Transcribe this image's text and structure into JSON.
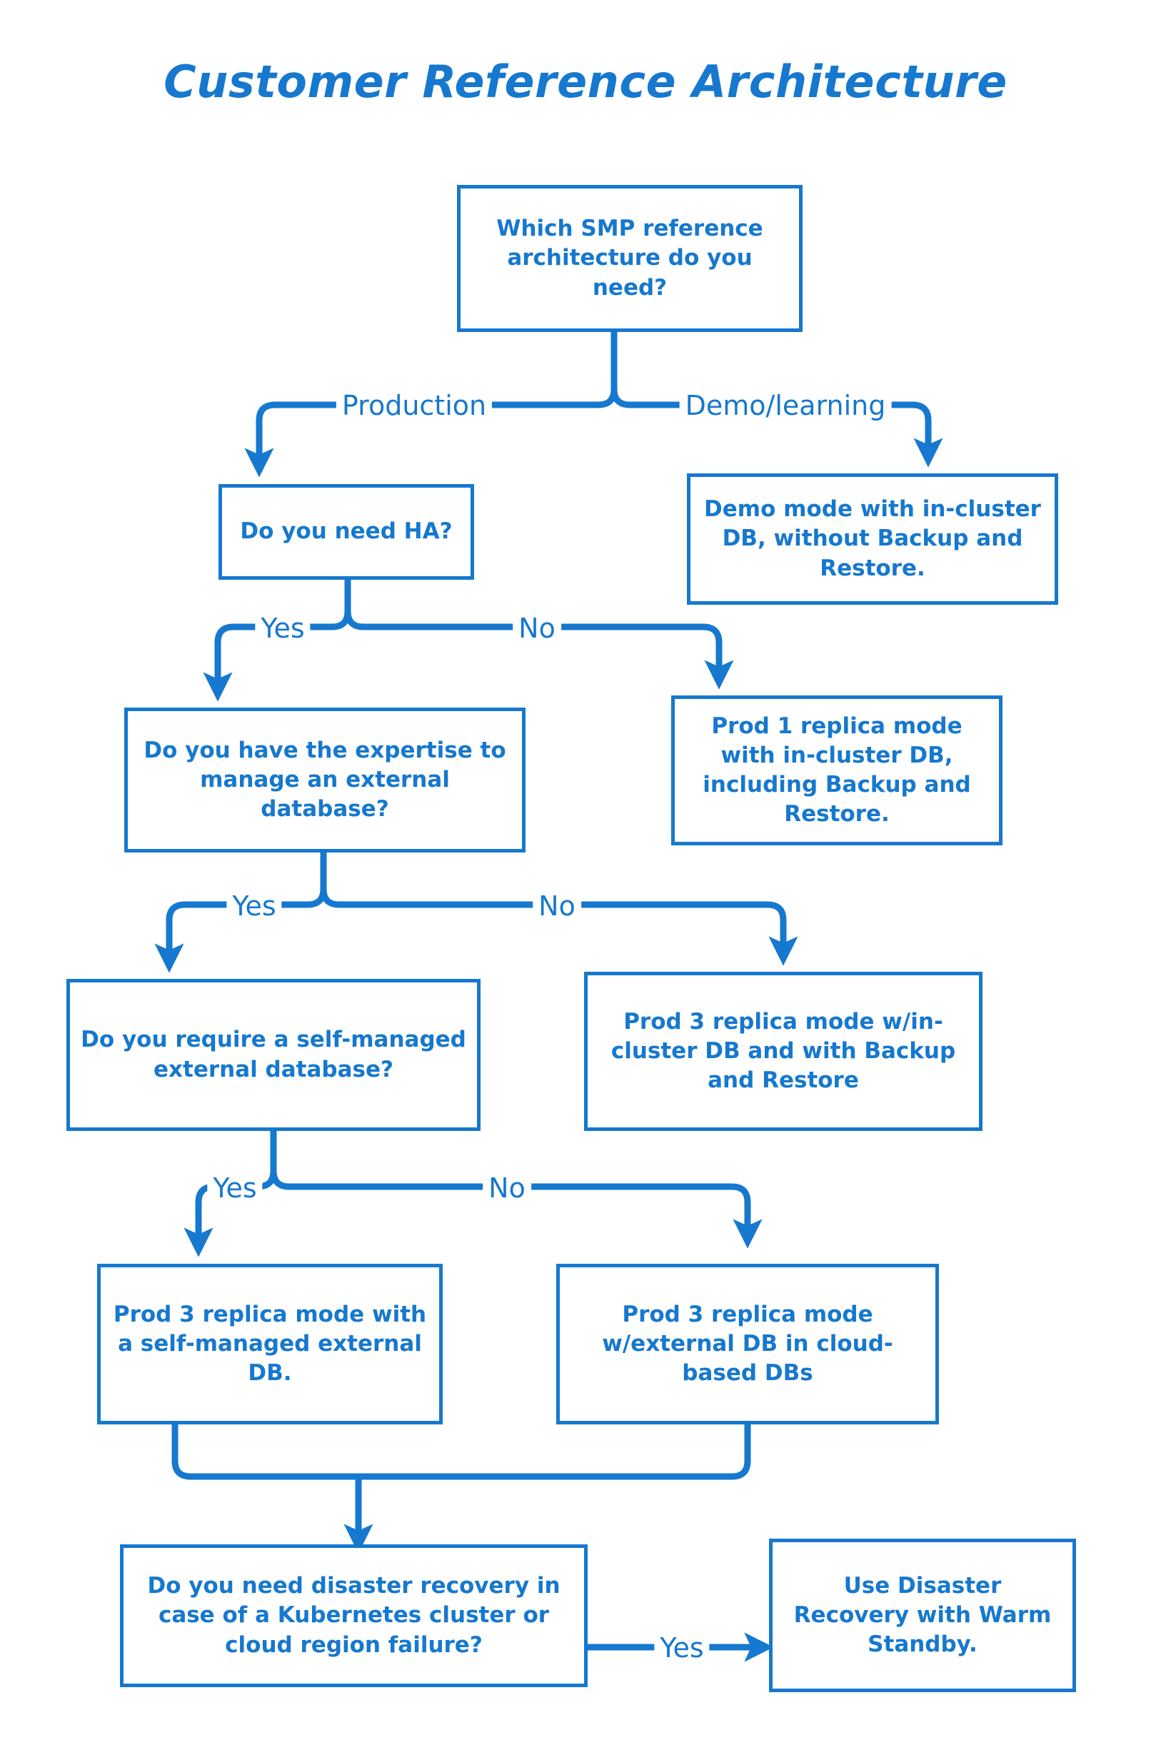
{
  "page": {
    "title": "Customer Reference Architecture",
    "background": "#ffffff",
    "accent_color": "#1678CE"
  },
  "chart_data": {
    "type": "diagram",
    "diagram_type": "decision-flowchart",
    "title": "Customer Reference Architecture",
    "accent_color": "#1678CE",
    "nodes": [
      {
        "id": "q-which",
        "kind": "decision",
        "label": "Which SMP reference architecture do you need?"
      },
      {
        "id": "q-ha",
        "kind": "decision",
        "label": "Do you need HA?"
      },
      {
        "id": "r-demo",
        "kind": "outcome",
        "label": "Demo mode with in-cluster DB, without Backup and Restore."
      },
      {
        "id": "r-prod1",
        "kind": "outcome",
        "label": "Prod 1 replica mode with in-cluster DB, including Backup and Restore."
      },
      {
        "id": "q-expertise",
        "kind": "decision",
        "label": "Do you have the expertise to manage an external database?"
      },
      {
        "id": "r-prod3-inc",
        "kind": "outcome",
        "label": "Prod 3 replica mode w/in-cluster DB and with Backup and Restore"
      },
      {
        "id": "q-selfmanaged",
        "kind": "decision",
        "label": "Do you require a self-managed external database?"
      },
      {
        "id": "r-prod3-self",
        "kind": "outcome",
        "label": "Prod 3 replica mode with a self-managed external DB."
      },
      {
        "id": "r-prod3-cloud",
        "kind": "outcome",
        "label": "Prod 3 replica mode w/external DB in cloud-based DBs"
      },
      {
        "id": "q-dr",
        "kind": "decision",
        "label": "Do you need disaster recovery in case of a Kubernetes cluster or cloud region failure?"
      },
      {
        "id": "r-warm",
        "kind": "outcome",
        "label": "Use Disaster Recovery with Warm Standby."
      }
    ],
    "edges": [
      {
        "from": "q-which",
        "to": "q-ha",
        "label": "Production"
      },
      {
        "from": "q-which",
        "to": "r-demo",
        "label": "Demo/learning"
      },
      {
        "from": "q-ha",
        "to": "q-expertise",
        "label": "Yes"
      },
      {
        "from": "q-ha",
        "to": "r-prod1",
        "label": "No"
      },
      {
        "from": "q-expertise",
        "to": "q-selfmanaged",
        "label": "Yes"
      },
      {
        "from": "q-expertise",
        "to": "r-prod3-inc",
        "label": "No"
      },
      {
        "from": "q-selfmanaged",
        "to": "r-prod3-self",
        "label": "Yes"
      },
      {
        "from": "q-selfmanaged",
        "to": "r-prod3-cloud",
        "label": "No"
      },
      {
        "from": "r-prod3-self",
        "to": "q-dr",
        "label": ""
      },
      {
        "from": "r-prod3-cloud",
        "to": "q-dr",
        "label": ""
      },
      {
        "from": "q-dr",
        "to": "r-warm",
        "label": "Yes"
      }
    ]
  },
  "nodes": {
    "q_which": {
      "text": "Which SMP reference architecture do you need?"
    },
    "q_ha": {
      "text": "Do you need HA?"
    },
    "r_demo": {
      "text": "Demo mode with in-cluster DB, without Backup and Restore."
    },
    "r_prod1": {
      "text": "Prod 1 replica mode with in-cluster DB, including Backup and Restore."
    },
    "q_expertise": {
      "text": "Do you have the expertise to manage an external database?"
    },
    "r_prod3_inc": {
      "text": "Prod 3 replica mode w/in-cluster DB and with Backup and Restore"
    },
    "q_selfmanaged": {
      "text": "Do you require a self-managed external database?"
    },
    "r_prod3_self": {
      "text": "Prod 3 replica mode with a self-managed external DB."
    },
    "r_prod3_cloud": {
      "text": "Prod 3 replica mode w/external DB in cloud-based DBs"
    },
    "q_dr": {
      "text": "Do you need disaster recovery in case of a Kubernetes cluster or cloud region failure?"
    },
    "r_warm": {
      "text": "Use Disaster Recovery with Warm Standby."
    }
  },
  "edge_labels": {
    "production": "Production",
    "demo_learning": "Demo/learning",
    "ha_yes": "Yes",
    "ha_no": "No",
    "exp_yes": "Yes",
    "exp_no": "No",
    "self_yes": "Yes",
    "self_no": "No",
    "dr_yes": "Yes"
  }
}
